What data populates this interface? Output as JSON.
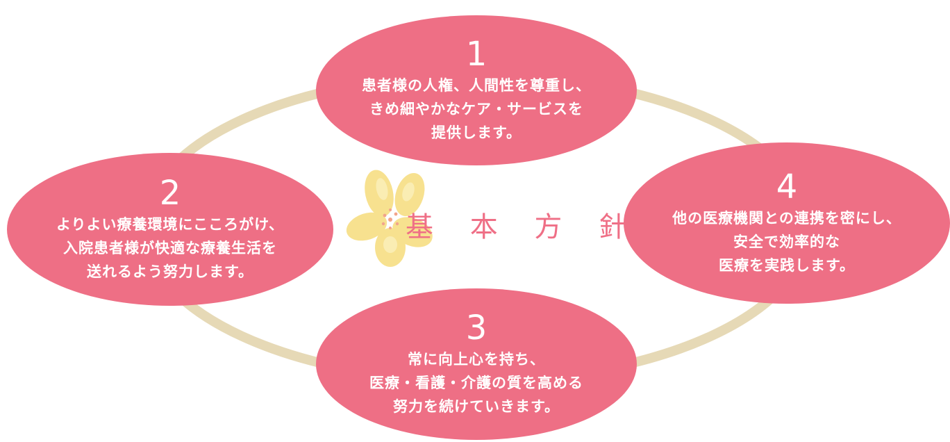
{
  "center": {
    "title": "基 本 方 針"
  },
  "policies": [
    {
      "number": "1",
      "lines": [
        "患者様の人権、人間性を尊重し、",
        "きめ細やかなケア・サービスを",
        "提供します。"
      ]
    },
    {
      "number": "2",
      "lines": [
        "よりよい療養環境にこころがけ、",
        "入院患者様が快適な療養生活を",
        "送れるよう努力します。"
      ]
    },
    {
      "number": "3",
      "lines": [
        "常に向上心を持ち、",
        "医療・看護・介護の質を高める",
        "努力を続けていきます。"
      ]
    },
    {
      "number": "4",
      "lines": [
        "他の医療機関との連携を密にし、",
        "安全で効率的な",
        "医療を実践します。"
      ]
    }
  ],
  "colors": {
    "node_fill": "#ee6f85",
    "ring": "#e6d9b6",
    "flower": "#f7e08a",
    "flower_center": "#f2a48b",
    "title": "#ef6f86"
  }
}
